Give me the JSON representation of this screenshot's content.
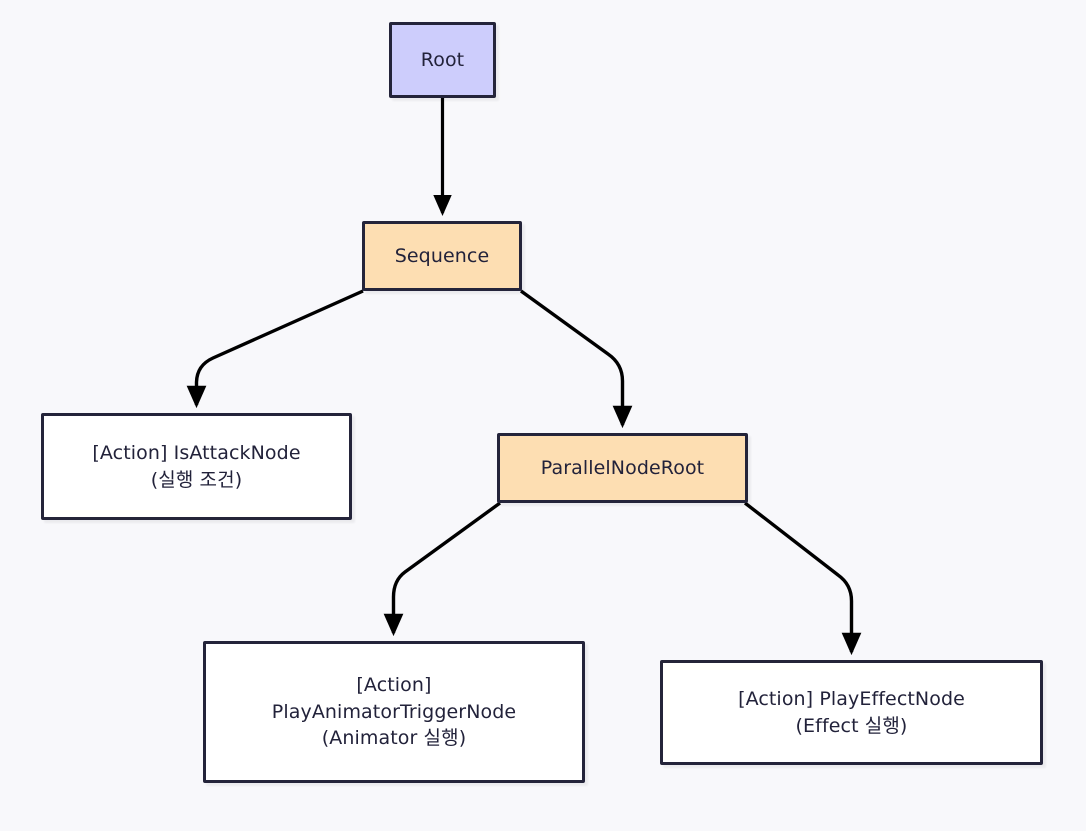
{
  "diagram": {
    "type": "flowchart",
    "orientation": "top-down",
    "background_color": "#f8f8fb",
    "border_color": "#24243a",
    "text_color": "#22223a",
    "edge_color": "#000000",
    "nodes": [
      {
        "id": "root",
        "lines": [
          "Root"
        ],
        "fill": "#cdcdfc",
        "shape": "rectangle"
      },
      {
        "id": "sequence",
        "lines": [
          "Sequence"
        ],
        "fill": "#fddeb2",
        "shape": "rectangle"
      },
      {
        "id": "isattack",
        "lines": [
          "[Action] IsAttackNode",
          "(실행 조건)"
        ],
        "fill": "#ffffff",
        "shape": "rectangle"
      },
      {
        "id": "parallel",
        "lines": [
          "ParallelNodeRoot"
        ],
        "fill": "#fddeb2",
        "shape": "rectangle"
      },
      {
        "id": "playanimator",
        "lines": [
          "[Action]",
          "PlayAnimatorTriggerNode",
          "(Animator 실행)"
        ],
        "fill": "#ffffff",
        "shape": "rectangle"
      },
      {
        "id": "playeffect",
        "lines": [
          "[Action] PlayEffectNode",
          "(Effect 실행)"
        ],
        "fill": "#ffffff",
        "shape": "rectangle"
      }
    ],
    "edges": [
      {
        "id": "e-root-sequence",
        "from": "root",
        "to": "sequence",
        "label": "",
        "arrowhead": "filled-triangle"
      },
      {
        "id": "e-sequence-isattack",
        "from": "sequence",
        "to": "isattack",
        "label": "",
        "arrowhead": "filled-triangle"
      },
      {
        "id": "e-sequence-parallel",
        "from": "sequence",
        "to": "parallel",
        "label": "",
        "arrowhead": "filled-triangle"
      },
      {
        "id": "e-parallel-playanimator",
        "from": "parallel",
        "to": "playanimator",
        "label": "",
        "arrowhead": "filled-triangle"
      },
      {
        "id": "e-parallel-playeffect",
        "from": "parallel",
        "to": "playeffect",
        "label": "",
        "arrowhead": "filled-triangle"
      }
    ]
  }
}
